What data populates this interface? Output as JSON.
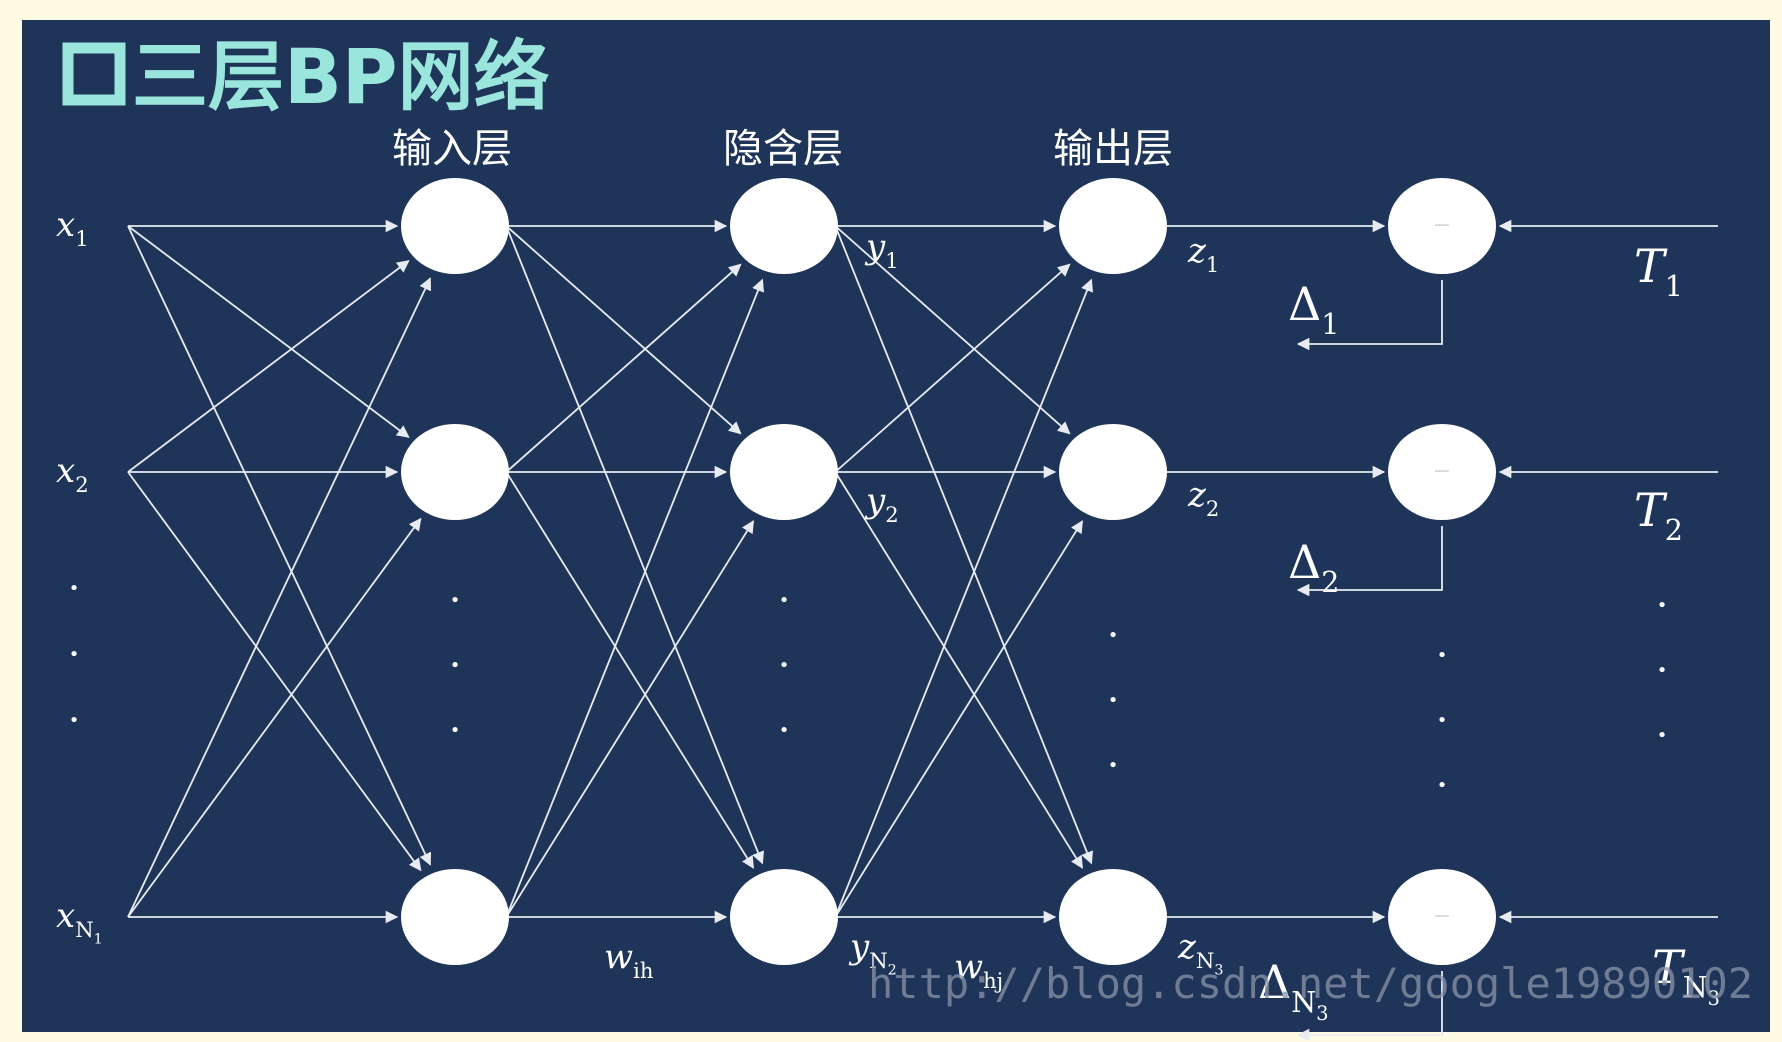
{
  "title": "三层BP网络",
  "layer_labels": {
    "input": "输入层",
    "hidden": "隐含层",
    "output": "输出层"
  },
  "inputs": [
    {
      "base": "x",
      "sub": "1"
    },
    {
      "base": "x",
      "sub": "2"
    },
    {
      "base": "x",
      "sub": "N",
      "subsub": "1"
    }
  ],
  "hidden_outputs": [
    {
      "base": "y",
      "sub": "1"
    },
    {
      "base": "y",
      "sub": "2"
    },
    {
      "base": "y",
      "sub": "N",
      "subsub": "2"
    }
  ],
  "outputs": [
    {
      "base": "z",
      "sub": "1"
    },
    {
      "base": "z",
      "sub": "2"
    },
    {
      "base": "z",
      "sub": "N",
      "subsub": "3"
    }
  ],
  "targets": [
    {
      "base": "T",
      "sub": "1"
    },
    {
      "base": "T",
      "sub": "2"
    },
    {
      "base": "T",
      "sub": "N",
      "subsub": "3"
    }
  ],
  "deltas": [
    {
      "base": "Δ",
      "sub": "1"
    },
    {
      "base": "Δ",
      "sub": "2"
    },
    {
      "base": "Δ",
      "sub": "N",
      "subsub": "3"
    }
  ],
  "weights": {
    "input_hidden": {
      "base": "w",
      "sub": "ih"
    },
    "hidden_output": {
      "base": "w",
      "sub": "hj"
    }
  },
  "compare_symbol": "−",
  "ellipsis_dot": "•",
  "watermark": "http://blog.csdn.net/google19890102",
  "colors": {
    "panel": "#1e3559",
    "node": "#ffffff",
    "line": "#e8ecf2",
    "title": "#9be6dc",
    "label": "#ffffff",
    "frame": "#fdfbe4",
    "watermark": "#8a94a8"
  }
}
